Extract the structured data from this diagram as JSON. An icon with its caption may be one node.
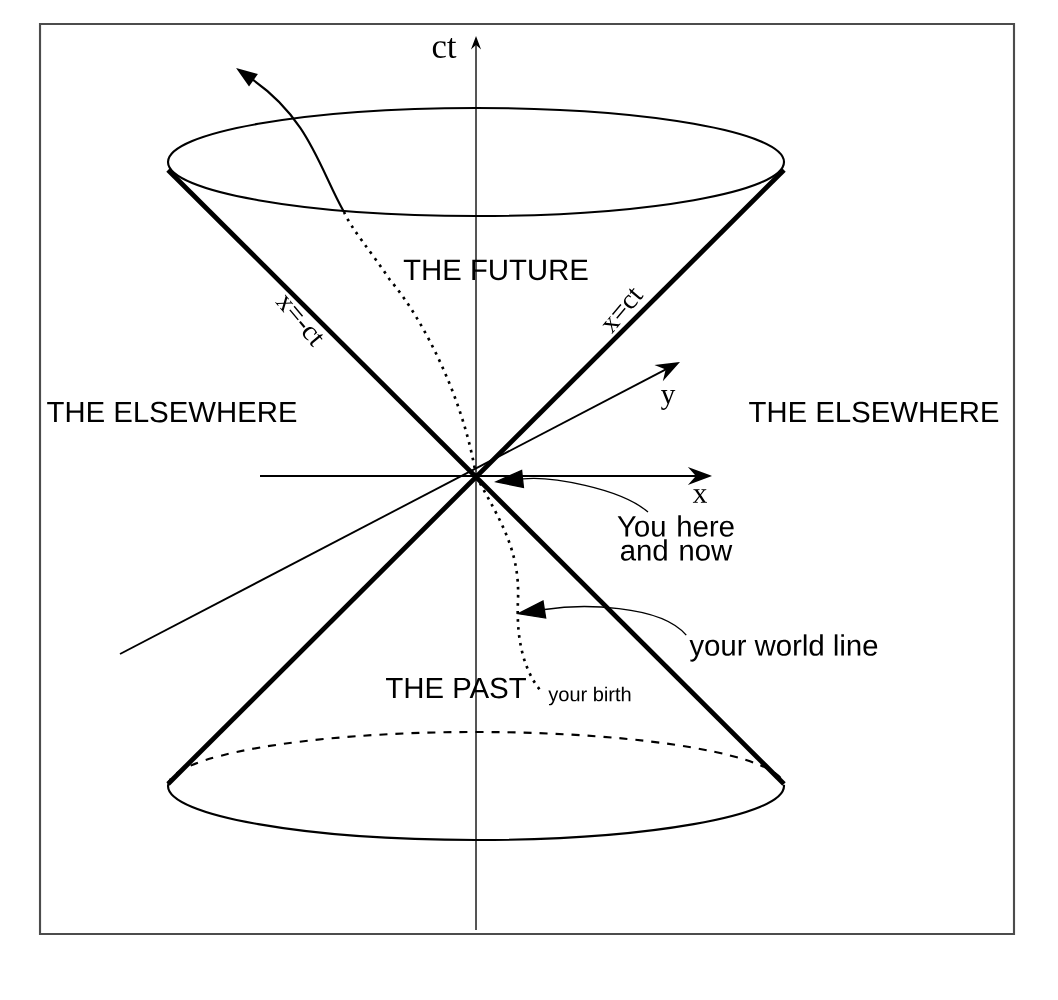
{
  "diagram": {
    "nodes": [
      {
        "text": [
          "You here and now"
        ]
      },
      {
        "text": [
          "your world line"
        ]
      }
    ],
    "edges": [
      {
        "from": 0,
        "to": null,
        "arrow": "to"
      },
      {
        "from": 1,
        "to": null,
        "arrow": "to"
      }
    ],
    "labels": [
      "ct",
      "THE FUTURE",
      "x=-ct",
      "x=ct",
      "THE ELSEWHERE",
      "y",
      "THE ELSEWHERE",
      "x",
      "THE PAST",
      "your birth"
    ]
  }
}
